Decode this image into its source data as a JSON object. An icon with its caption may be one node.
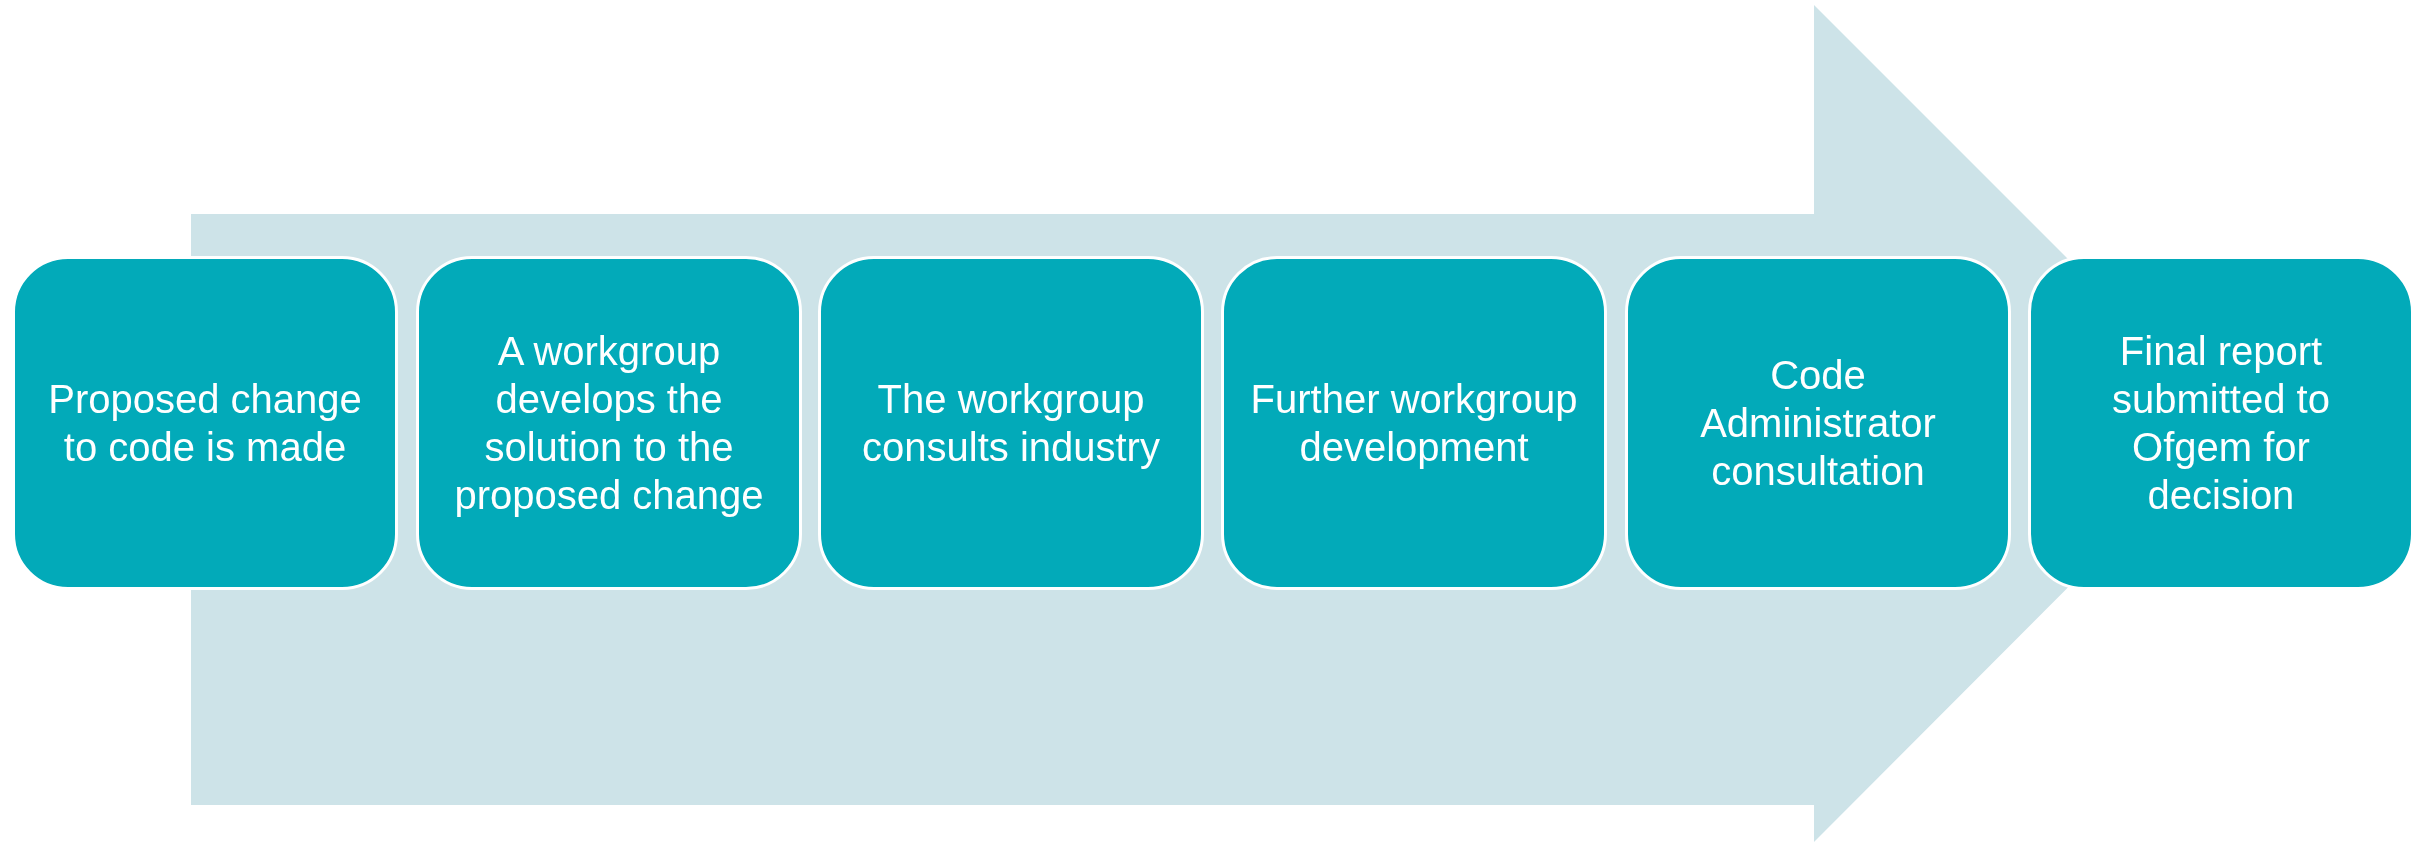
{
  "diagram": {
    "nodes": [
      {
        "text": [
          "Proposed change to code is made"
        ]
      },
      {
        "text": [
          "A workgroup develops the solution to the proposed change"
        ]
      },
      {
        "text": [
          "The workgroup consults industry"
        ]
      },
      {
        "text": [
          "Further workgroup development"
        ]
      },
      {
        "text": [
          "Code Administrator consultation"
        ]
      },
      {
        "text": [
          "Final report submitted to Ofgem for decision"
        ]
      }
    ],
    "edges": [
      {
        "from": 0,
        "to": 5,
        "arrow": "to"
      }
    ]
  }
}
